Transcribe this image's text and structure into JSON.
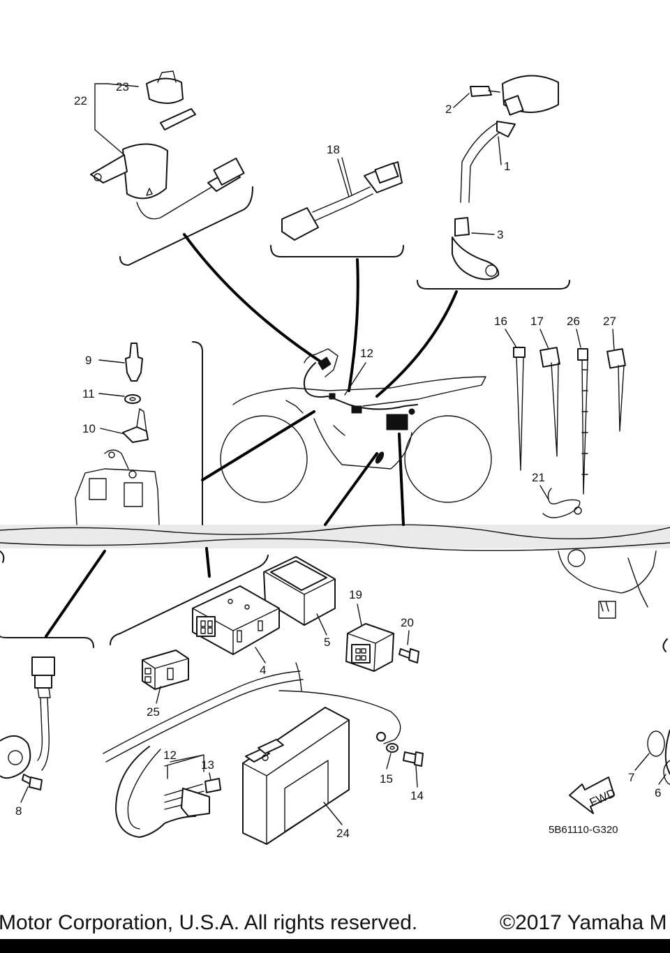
{
  "diagram": {
    "part_labels": [
      "1",
      "2",
      "3",
      "4",
      "5",
      "6",
      "7",
      "8",
      "9",
      "10",
      "11",
      "12",
      "12",
      "13",
      "14",
      "15",
      "16",
      "17",
      "18",
      "19",
      "20",
      "21",
      "22",
      "23",
      "24",
      "25",
      "26",
      "27"
    ],
    "drawing_code": "5B61110-G320",
    "fwd_label": "FWD"
  },
  "footer": {
    "left_text": "Motor Corporation, U.S.A. All rights reserved.",
    "right_text": "©2017 Yamaha M"
  }
}
